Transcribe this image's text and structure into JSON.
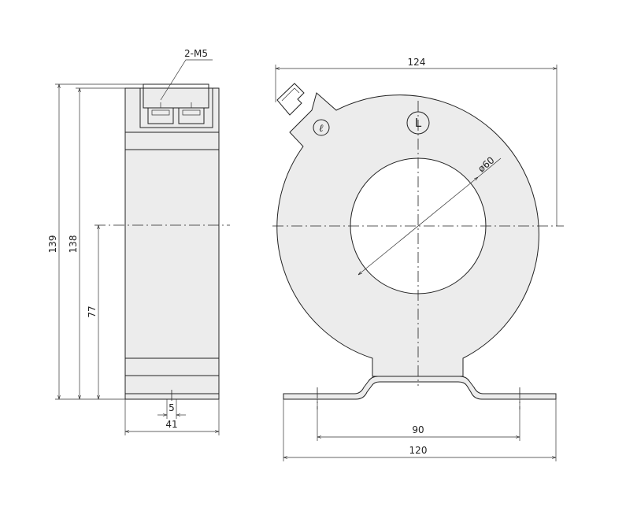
{
  "terminal_callout": "2-M5",
  "side_view": {
    "dim_total_height": "139",
    "dim_body_height": "138",
    "dim_center_height": "77",
    "dim_foot_slot": "5",
    "dim_width": "41"
  },
  "front_view": {
    "dim_outer_width": "124",
    "dim_bore": "ø60",
    "dim_hole_spacing": "90",
    "dim_base_length": "120",
    "terminal_marking_secondary": "ℓ",
    "terminal_marking_primary": "L"
  },
  "colors": {
    "line": "#222222",
    "body_fill": "#ececec",
    "background": "#ffffff"
  }
}
